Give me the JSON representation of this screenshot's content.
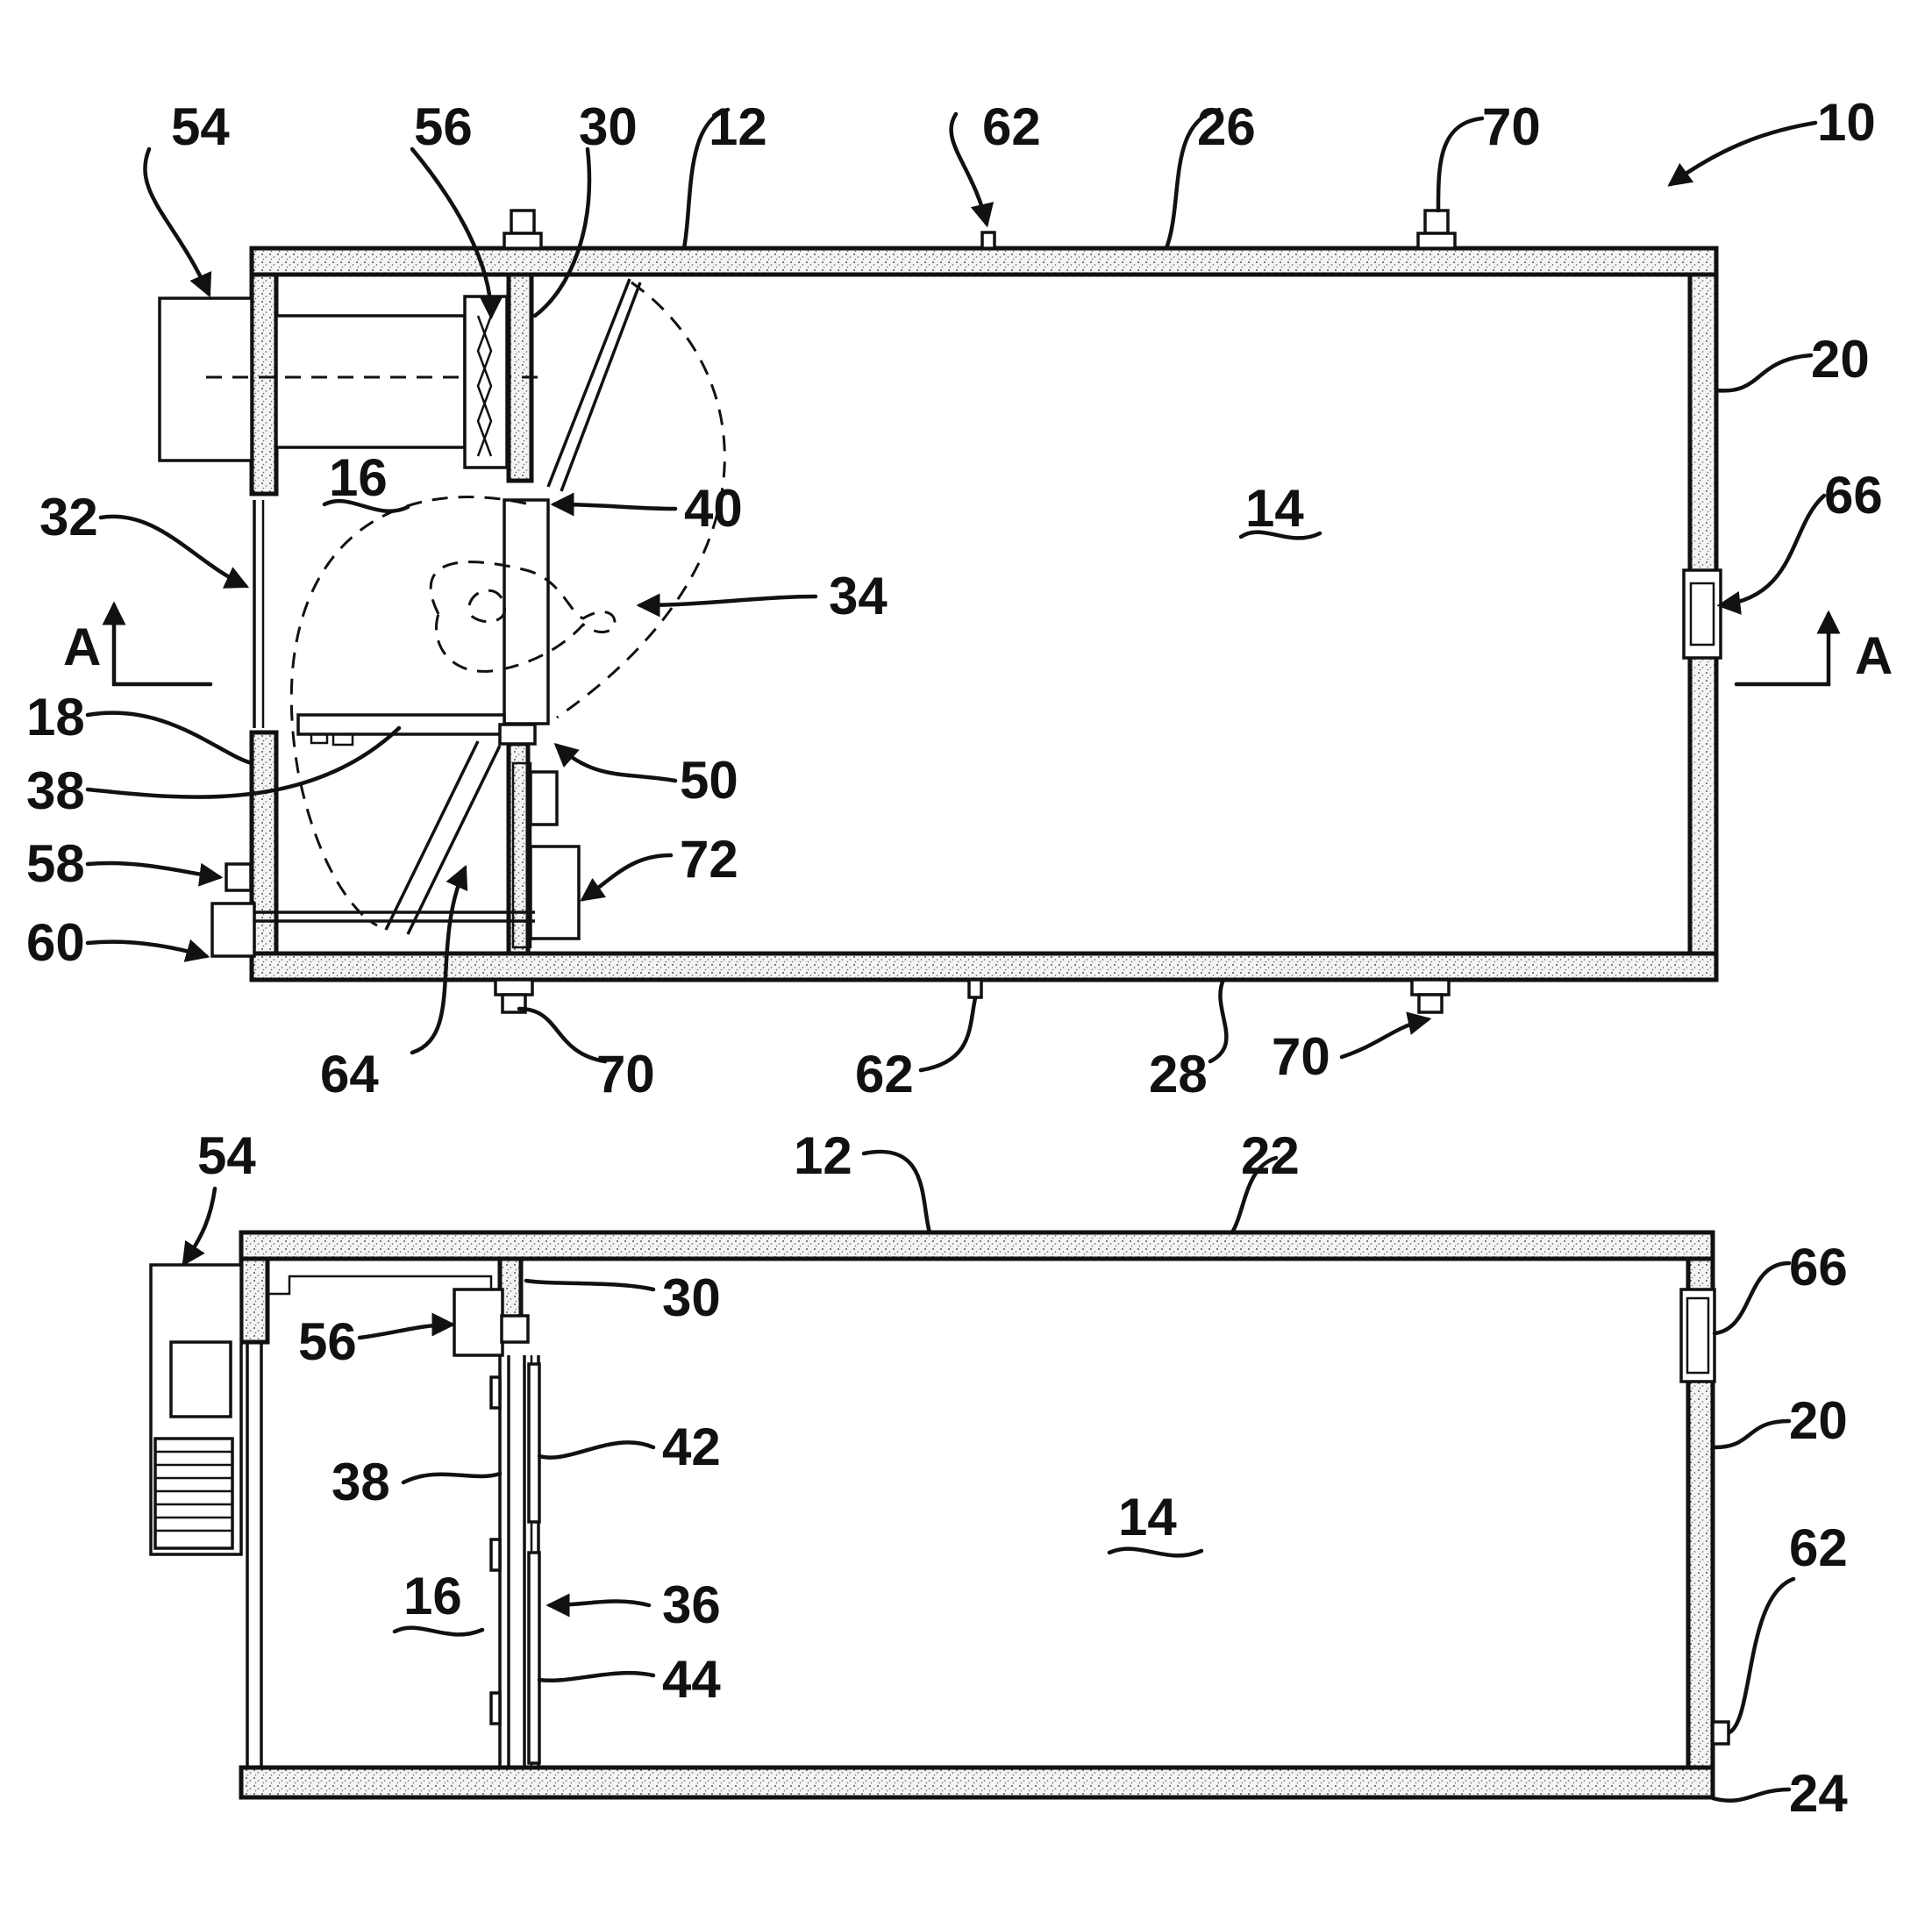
{
  "figure": {
    "top_view": {
      "refs": {
        "r54": "54",
        "r56": "56",
        "r30": "30",
        "r12": "12",
        "r62": "62",
        "r26": "26",
        "r70": "70",
        "r10": "10",
        "r20": "20",
        "r66": "66",
        "r14": "14",
        "r16": "16",
        "r32": "32",
        "r40": "40",
        "r34": "34",
        "r18": "18",
        "r50": "50",
        "r38": "38",
        "r58": "58",
        "r72": "72",
        "r60": "60",
        "r64": "64",
        "r70b": "70",
        "r62b": "62",
        "r28": "28",
        "r70c": "70"
      },
      "section_left": "A",
      "section_right": "A"
    },
    "side_view": {
      "refs": {
        "r54": "54",
        "r12": "12",
        "r22": "22",
        "r30": "30",
        "r66": "66",
        "r56": "56",
        "r20": "20",
        "r42": "42",
        "r38": "38",
        "r14": "14",
        "r16": "16",
        "r36": "36",
        "r62": "62",
        "r44": "44",
        "r24": "24"
      }
    }
  }
}
